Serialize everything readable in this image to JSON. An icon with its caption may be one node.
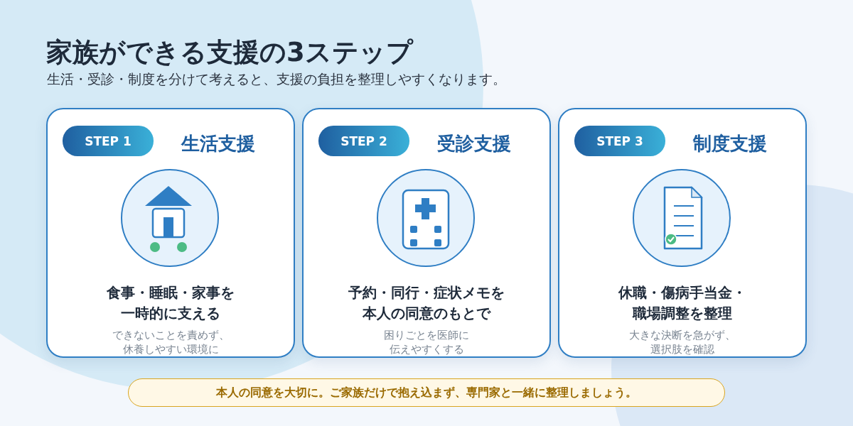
{
  "diagram": {
    "title": "家族ができる支援の3ステップ",
    "nodes": [
      {
        "text": [
          "生活支援",
          "食事・睡眠・家事を一時的に支える",
          "できないことを責めず、休養しやすい環境に"
        ]
      },
      {
        "text": [
          "STEP 1"
        ],
        "in": 0
      },
      {
        "text": [],
        "shape": "circle",
        "in": 0
      },
      {
        "text": [
          "受診支援",
          "予約・同行・症状メモを本人の同意のもとで",
          "困りごとを医師に伝えやすくする"
        ]
      },
      {
        "text": [
          "STEP 2"
        ],
        "in": 3
      },
      {
        "text": [],
        "shape": "circle",
        "in": 3
      },
      {
        "text": [
          "制度支援",
          "休職・傷病手当金・職場調整を整理",
          "大きな決断を急がず、選択肢を確認"
        ]
      },
      {
        "text": [
          "STEP 3"
        ],
        "in": 6
      },
      {
        "text": [],
        "shape": "circle",
        "in": 6
      },
      {
        "text": [
          "本人の同意を大切に。ご家族だけで抱え込まず、専門家と一緒に整理しましょう。"
        ]
      }
    ],
    "edges": [],
    "labels": [
      "生活・受診・制度を分けて考えると、支援の負担を整理しやすくなります。"
    ]
  }
}
